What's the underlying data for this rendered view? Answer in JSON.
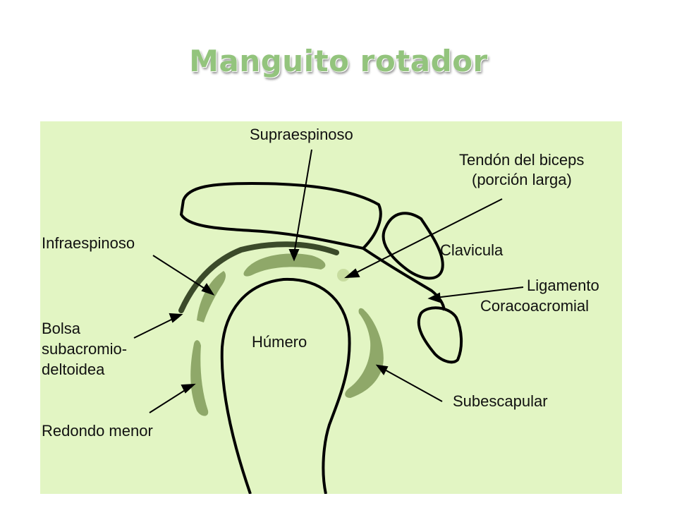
{
  "title": "Manguito rotador",
  "colors": {
    "title_green": "#93c47d",
    "panel_background": "#e2f5c3",
    "muscle_fill": "#8fa869",
    "biceps_tendon_fill": "#c7dc9f",
    "outline": "#000000"
  },
  "labels": {
    "supraespinoso": "Supraespinoso",
    "biceps_tendon_line1": "Tendón del biceps",
    "biceps_tendon_line2": "(porción larga)",
    "infraespinoso": "Infraespinoso",
    "clavicula": "Clavicula",
    "ligamento_line1": "Ligamento",
    "ligamento_line2": "Coracoacromial",
    "bolsa_line1": "Bolsa",
    "bolsa_line2": "subacromio-",
    "bolsa_line3": "deltoidea",
    "humero": "Húmero",
    "subescapular": "Subescapular",
    "redondo_menor": "Redondo menor"
  }
}
